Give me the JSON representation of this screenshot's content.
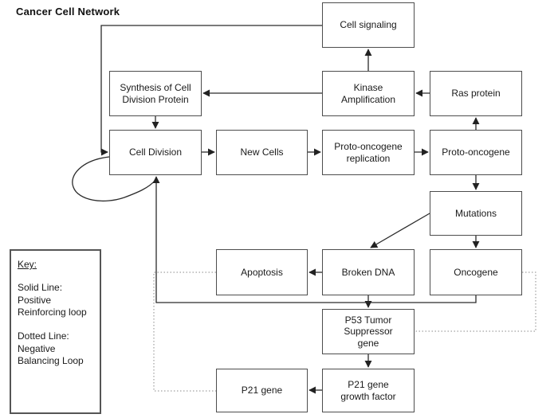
{
  "title": "Cancer Cell Network",
  "colors": {
    "background": "#ffffff",
    "box_border": "#4d4d4d",
    "solid_line": "#2b2b2b",
    "dotted_line": "#8a8a8a",
    "text": "#1a1a1a"
  },
  "nodes": [
    {
      "id": "cell-signaling",
      "label": "Cell signaling"
    },
    {
      "id": "synthesis",
      "label": "Synthesis of Cell\nDivision Protein"
    },
    {
      "id": "kinase-amplification",
      "label": "Kinase\nAmplification"
    },
    {
      "id": "ras-protein",
      "label": "Ras protein"
    },
    {
      "id": "cell-division",
      "label": "Cell Division"
    },
    {
      "id": "new-cells",
      "label": "New Cells"
    },
    {
      "id": "proto-oncogene-replication",
      "label": "Proto-oncogene\nreplication"
    },
    {
      "id": "proto-oncogene",
      "label": "Proto-oncogene"
    },
    {
      "id": "mutations",
      "label": "Mutations"
    },
    {
      "id": "apoptosis",
      "label": "Apoptosis"
    },
    {
      "id": "broken-dna",
      "label": "Broken DNA"
    },
    {
      "id": "oncogene",
      "label": "Oncogene"
    },
    {
      "id": "p53-tumor-suppressor",
      "label": "P53 Tumor\nSuppressor\ngene"
    },
    {
      "id": "p21-growth-factor",
      "label": "P21 gene\ngrowth factor"
    },
    {
      "id": "p21-gene",
      "label": "P21 gene"
    }
  ],
  "key": {
    "title": "Key:",
    "solid": "Solid Line:\nPositive\nReinforcing loop",
    "dotted": "Dotted Line:\nNegative\nBalancing Loop"
  },
  "edges": [
    {
      "from": "Cell signaling",
      "to": "Cell Division",
      "style": "solid"
    },
    {
      "from": "Kinase Amplification",
      "to": "Cell signaling",
      "style": "solid"
    },
    {
      "from": "Kinase Amplification",
      "to": "Synthesis of Cell Division Protein",
      "style": "solid"
    },
    {
      "from": "Ras protein",
      "to": "Kinase Amplification",
      "style": "solid"
    },
    {
      "from": "Synthesis of Cell Division Protein",
      "to": "Cell Division",
      "style": "solid"
    },
    {
      "from": "Cell Division",
      "to": "Cell Division",
      "style": "solid",
      "note": "self loop"
    },
    {
      "from": "Cell Division",
      "to": "New Cells",
      "style": "solid"
    },
    {
      "from": "New Cells",
      "to": "Proto-oncogene replication",
      "style": "solid"
    },
    {
      "from": "Proto-oncogene replication",
      "to": "Proto-oncogene",
      "style": "solid"
    },
    {
      "from": "Proto-oncogene",
      "to": "Ras protein",
      "style": "solid"
    },
    {
      "from": "Proto-oncogene",
      "to": "Mutations",
      "style": "solid"
    },
    {
      "from": "Mutations",
      "to": "Oncogene",
      "style": "solid"
    },
    {
      "from": "Mutations",
      "to": "Broken DNA",
      "style": "solid"
    },
    {
      "from": "Broken DNA",
      "to": "Apoptosis",
      "style": "solid"
    },
    {
      "from": "Broken DNA",
      "to": "P53 Tumor Suppressor gene",
      "style": "solid"
    },
    {
      "from": "Oncogene",
      "to": "Cell Division",
      "style": "solid"
    },
    {
      "from": "P53 Tumor Suppressor gene",
      "to": "P21 gene growth factor",
      "style": "solid"
    },
    {
      "from": "P21 gene growth factor",
      "to": "P21 gene",
      "style": "solid"
    },
    {
      "from": "Apoptosis",
      "to": "P21 gene",
      "style": "dotted"
    },
    {
      "from": "Oncogene",
      "to": "P53 Tumor Suppressor gene",
      "style": "dotted"
    }
  ]
}
